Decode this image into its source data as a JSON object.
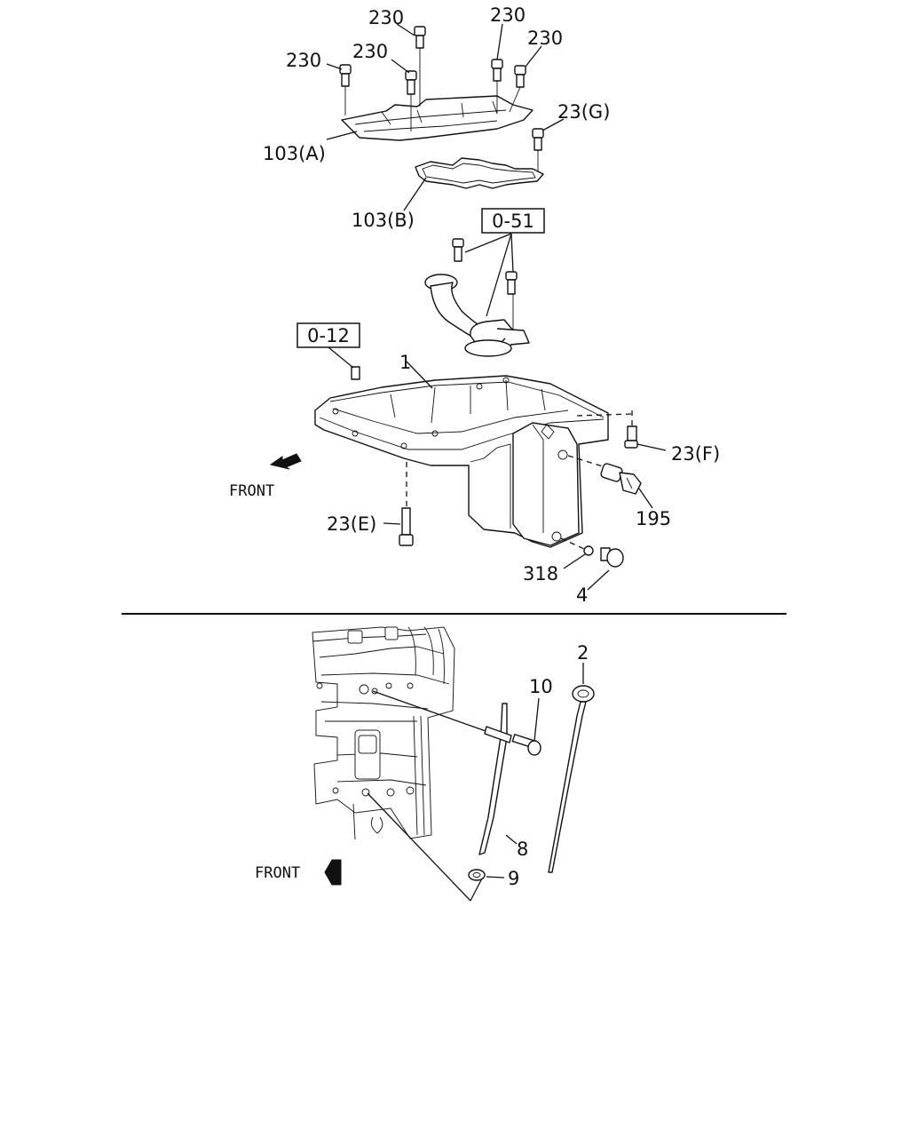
{
  "upper_section": {
    "part_labels": [
      {
        "id": "bolt-230-a",
        "text": "230"
      },
      {
        "id": "bolt-230-b",
        "text": "230"
      },
      {
        "id": "bolt-230-c",
        "text": "230"
      },
      {
        "id": "bolt-230-d",
        "text": "230"
      },
      {
        "id": "bolt-230-e",
        "text": "230"
      },
      {
        "id": "bolt-23g",
        "text": "23(G)"
      },
      {
        "id": "baffle-103a",
        "text": "103(A)"
      },
      {
        "id": "gasket-103b",
        "text": "103(B)"
      },
      {
        "id": "oil-pan-1",
        "text": "1"
      },
      {
        "id": "bolt-23f",
        "text": "23(F)"
      },
      {
        "id": "sensor-195",
        "text": "195"
      },
      {
        "id": "bolt-23e",
        "text": "23(E)"
      },
      {
        "id": "washer-318",
        "text": "318"
      },
      {
        "id": "drain-plug-4",
        "text": "4"
      }
    ],
    "ref_boxes": {
      "oil_strainer": "0-51",
      "cylinder_block": "0-12"
    },
    "front_label": "FRONT"
  },
  "lower_section": {
    "part_labels": [
      {
        "id": "dipstick-2",
        "text": "2"
      },
      {
        "id": "bolt-10",
        "text": "10"
      },
      {
        "id": "guide-tube-8",
        "text": "8"
      },
      {
        "id": "o-ring-9",
        "text": "9"
      }
    ],
    "front_label": "FRONT"
  }
}
